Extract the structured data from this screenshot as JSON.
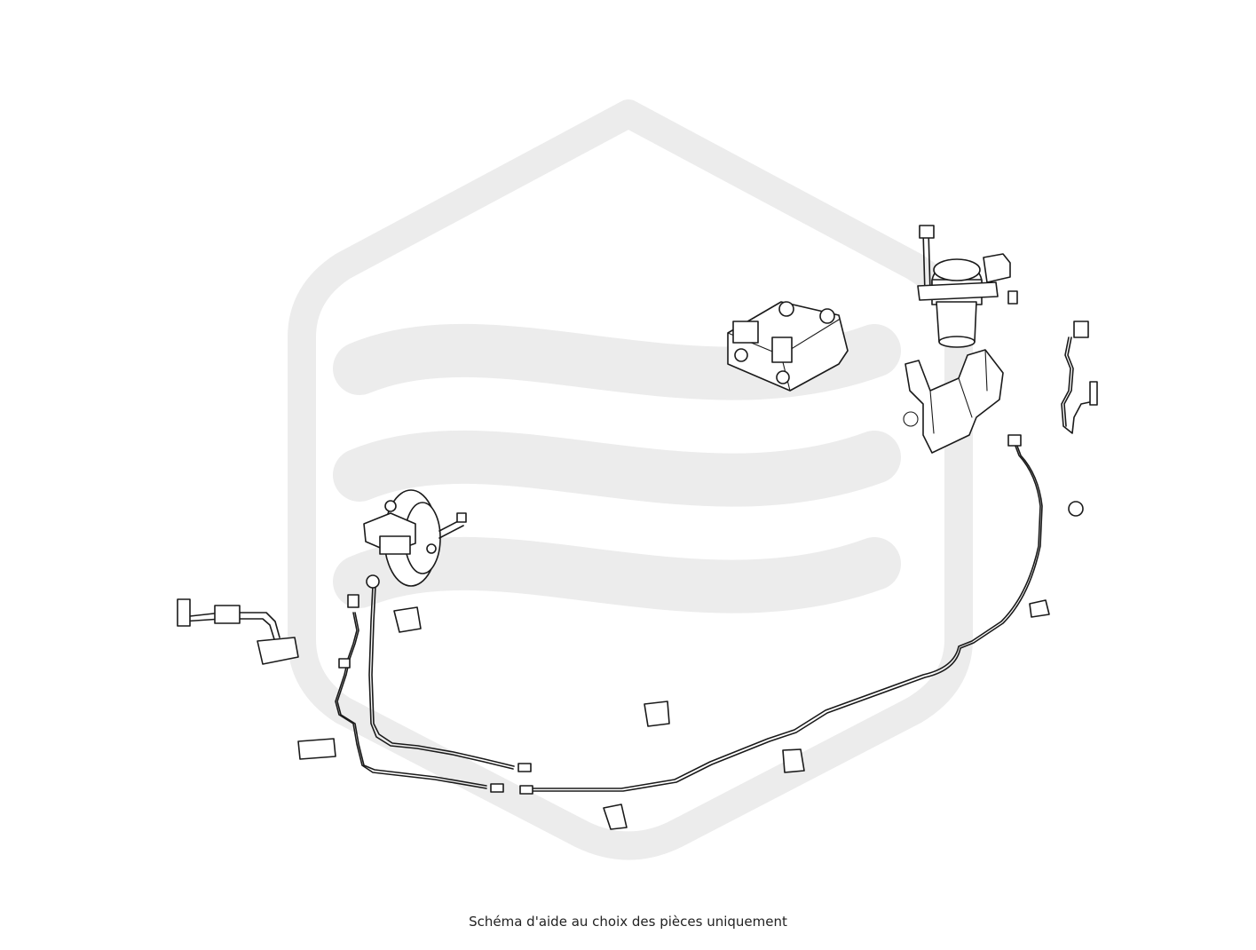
{
  "caption": "Schéma d'aide au choix des pièces uniquement",
  "watermark": {
    "shape": "hexagon-with-waves",
    "color": "#ececec"
  },
  "parts": [
    {
      "name": "brake-booster-master-cylinder"
    },
    {
      "name": "abs-control-module"
    },
    {
      "name": "electric-vacuum-pump"
    },
    {
      "name": "pump-mounting-bracket"
    },
    {
      "name": "wheel-speed-sensor"
    },
    {
      "name": "brake-lines"
    },
    {
      "name": "brake-hose"
    },
    {
      "name": "line-clips"
    }
  ]
}
